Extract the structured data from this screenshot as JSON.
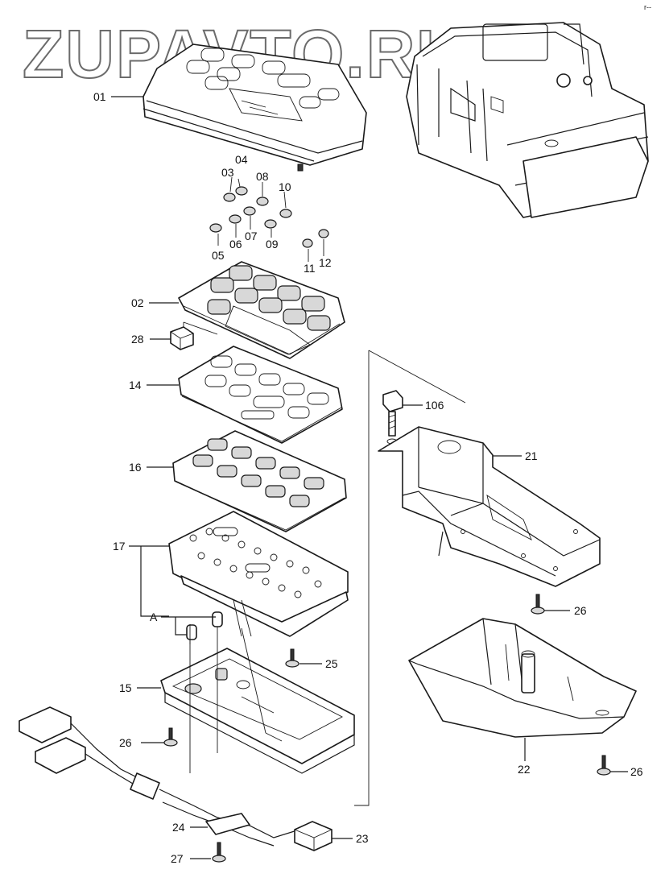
{
  "watermark": "ZUPAVTO.RU",
  "corner_mark": "r--",
  "labels": {
    "p01": "01",
    "p02": "02",
    "p03": "03",
    "p04": "04",
    "p05": "05",
    "p06": "06",
    "p07": "07",
    "p08": "08",
    "p09": "09",
    "p10": "10",
    "p11": "11",
    "p12": "12",
    "p14": "14",
    "p15": "15",
    "p16": "16",
    "p17": "17",
    "pA": "A",
    "p21": "21",
    "p22": "22",
    "p23": "23",
    "p24": "24",
    "p25": "25",
    "p26a": "26",
    "p26b": "26",
    "p26c": "26",
    "p27": "27",
    "p28": "28",
    "p106": "106"
  }
}
